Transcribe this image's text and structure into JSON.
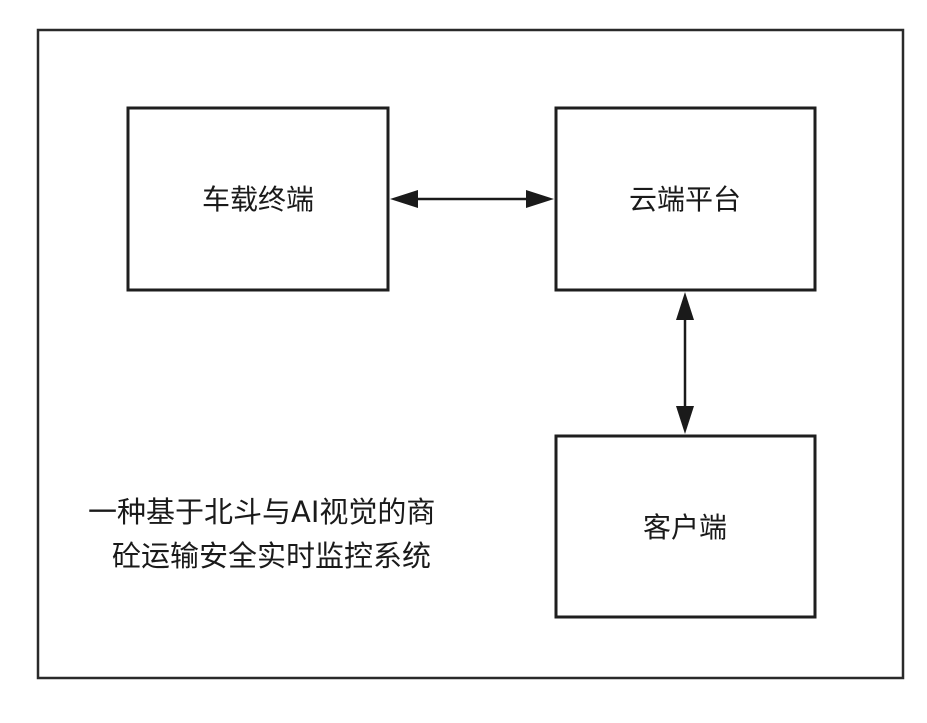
{
  "nodes": {
    "vehicle_terminal": {
      "label": "车载终端"
    },
    "cloud_platform": {
      "label": "云端平台"
    },
    "client": {
      "label": "客户端"
    }
  },
  "title": {
    "line1": "一种基于北斗与AI视觉的商",
    "line2": "砼运输安全实时监控系统"
  }
}
